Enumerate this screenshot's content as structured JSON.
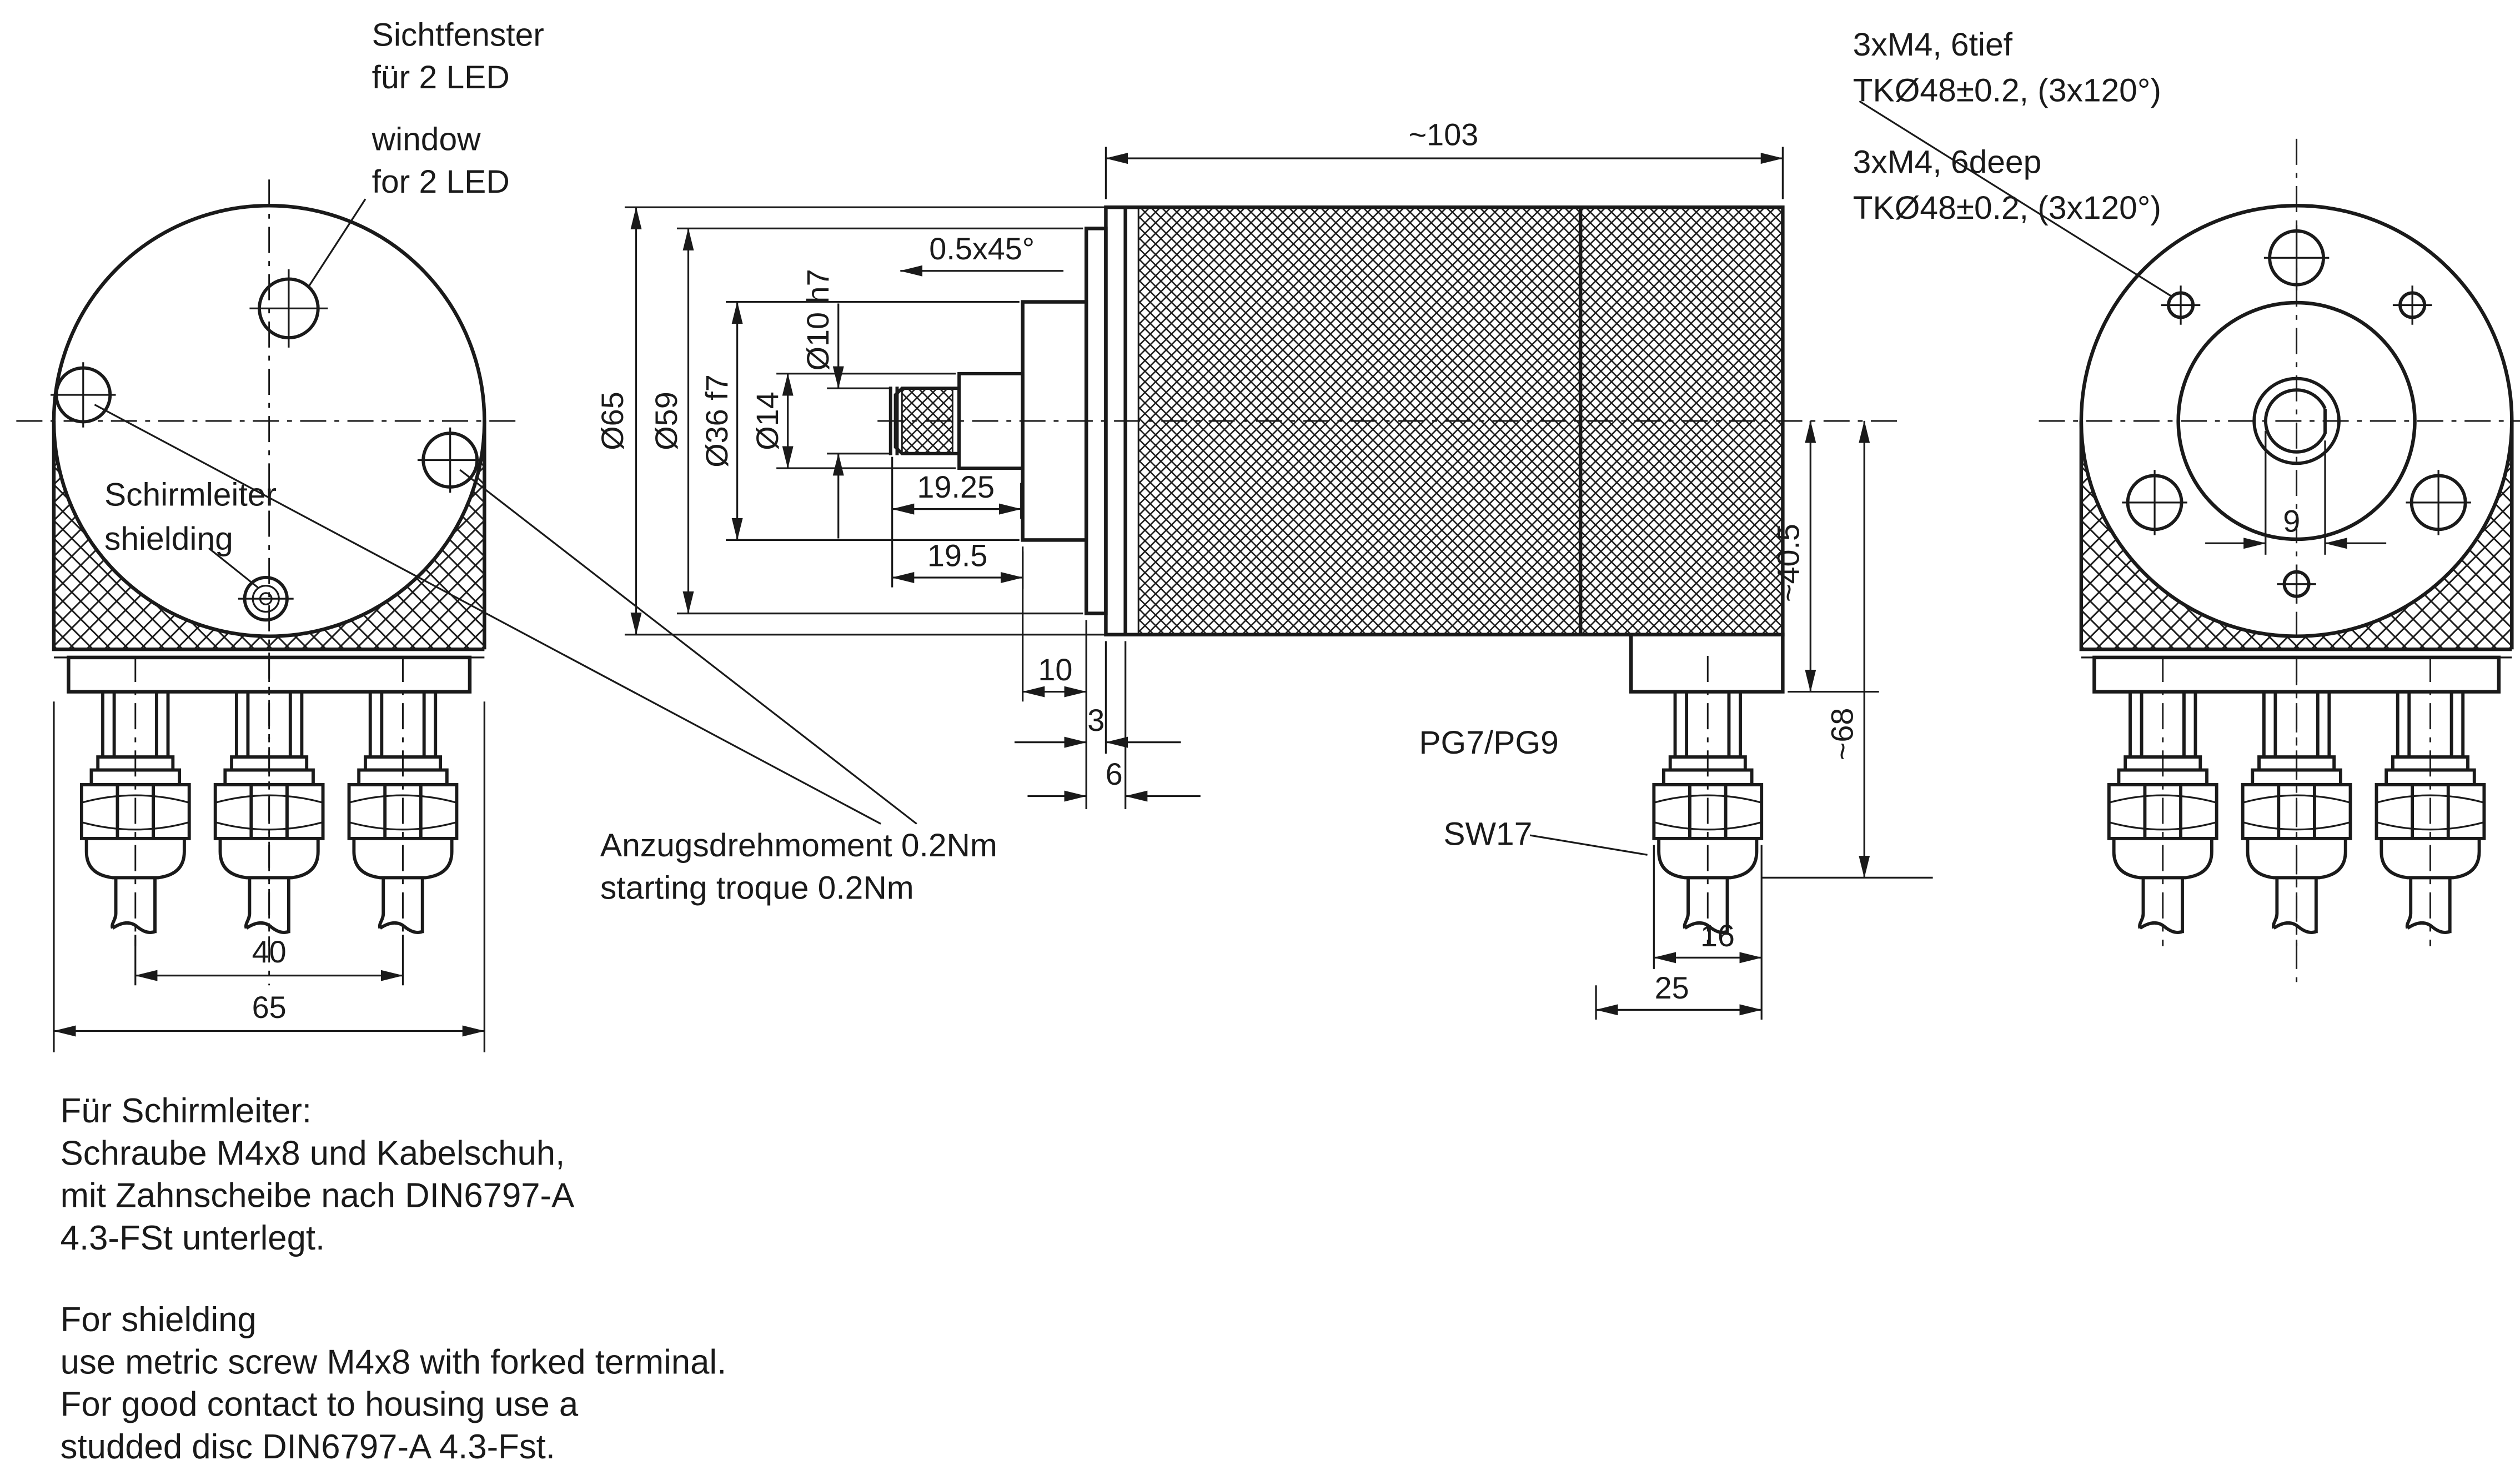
{
  "colors": {
    "line": "#1a1a1a",
    "background": "#ffffff"
  },
  "front_view": {
    "window_label_de_1": "Sichtfenster",
    "window_label_de_2": "für 2 LED",
    "window_label_en_1": "window",
    "window_label_en_2": "for 2 LED",
    "shield_label_de": "Schirmleiter",
    "shield_label_en": "shielding",
    "dim_gland_pitch": "40",
    "dim_housing_width": "65"
  },
  "side_view": {
    "dim_chamfer": "0.5x45°",
    "dim_total_length": "~103",
    "dim_d65": "Ø65",
    "dim_d59": "Ø59",
    "dim_d36": "Ø36 f7",
    "dim_d14": "Ø14",
    "dim_d10": "Ø10 h7",
    "dim_19_25": "19.25",
    "dim_19_5": "19.5",
    "dim_10": "10",
    "dim_3": "3",
    "dim_6": "6",
    "dim_40_5": "~40.5",
    "dim_68": "~68",
    "dim_16": "16",
    "dim_25": "25",
    "gland_type": "PG7/PG9",
    "wrench_size": "SW17"
  },
  "rear_view": {
    "thread_label_de_1": "3xM4, 6tief",
    "thread_label_de_2": "TKØ48±0.2, (3x120°)",
    "thread_label_en_1": "3xM4, 6deep",
    "thread_label_en_2": "TKØ48±0.2, (3x120°)",
    "dim_shaft_flat": "9"
  },
  "notes": {
    "torque_de": "Anzugsdrehmoment 0.2Nm",
    "torque_en": "starting troque 0.2Nm",
    "shield_de": [
      "Für Schirmleiter:",
      "Schraube M4x8 und Kabelschuh,",
      "mit Zahnscheibe nach DIN6797-A",
      "4.3-FSt unterlegt."
    ],
    "shield_en": [
      "For shielding",
      "use metric screw M4x8 with forked terminal.",
      "For good contact to housing use a",
      "studded disc DIN6797-A 4.3-Fst."
    ]
  }
}
